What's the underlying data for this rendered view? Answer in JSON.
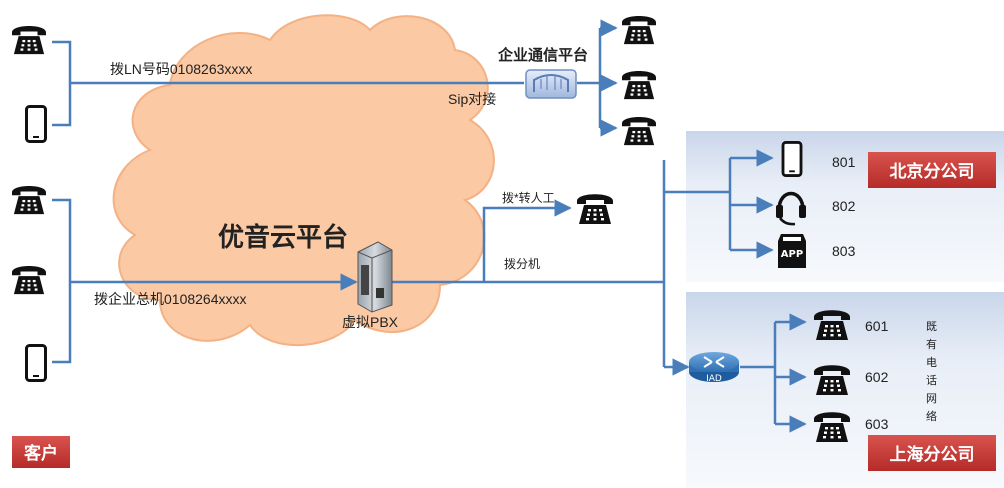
{
  "cloud": {
    "title": "优音云平台"
  },
  "enterprise_platform": {
    "title": "企业通信平台",
    "sip_label": "Sip对接"
  },
  "dial_ln_label": "拨LN号码0108263xxxx",
  "dial_main_label": "拨企业总机0108264xxxx",
  "virtual_pbx_label": "虚拟PBX",
  "dial_operator_label": "拨*转人工",
  "dial_extension_label": "拨分机",
  "customer_badge": "客户",
  "beijing": {
    "badge": "北京分公司",
    "extensions": [
      "801",
      "802",
      "803"
    ],
    "app_icon_text": "APP"
  },
  "shanghai": {
    "badge": "上海分公司",
    "extensions": [
      "601",
      "602",
      "603"
    ],
    "iad_label": "IAD",
    "existing_network_label": [
      "既",
      "有",
      "电",
      "话",
      "网",
      "络"
    ]
  },
  "colors": {
    "line": "#4a7ebb",
    "cloud_fill": "#fbc9a4",
    "cloud_stroke": "#f4b183",
    "badge": "#c0392b",
    "panel": "#dbe4f2"
  },
  "icons": [
    "desk-phone-icon",
    "mobile-phone-icon",
    "headset-icon",
    "app-icon",
    "server-icon",
    "router-icon",
    "sip-gateway-icon"
  ]
}
